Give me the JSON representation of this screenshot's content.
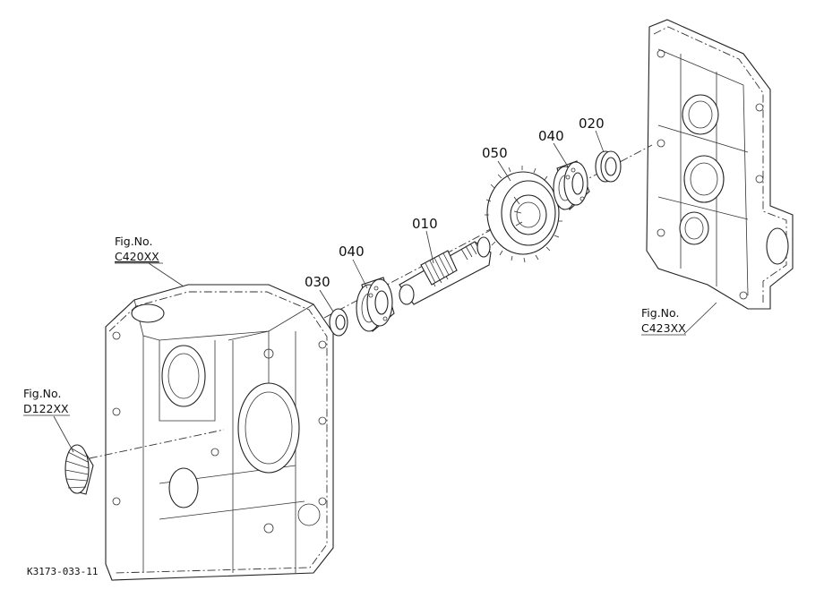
{
  "parts": [
    {
      "id": "part-010",
      "number": "010"
    },
    {
      "id": "part-020",
      "number": "020"
    },
    {
      "id": "part-030",
      "number": "030"
    },
    {
      "id": "part-040a",
      "number": "040"
    },
    {
      "id": "part-040b",
      "number": "040"
    },
    {
      "id": "part-050",
      "number": "050"
    }
  ],
  "figure_refs": [
    {
      "id": "fig-c420",
      "prefix": "Fig.No.",
      "code": "C420XX"
    },
    {
      "id": "fig-c423",
      "prefix": "Fig.No.",
      "code": "C423XX"
    },
    {
      "id": "fig-d122",
      "prefix": "Fig.No.",
      "code": "D122XX"
    }
  ],
  "diagram_code": "K3173-033-11"
}
